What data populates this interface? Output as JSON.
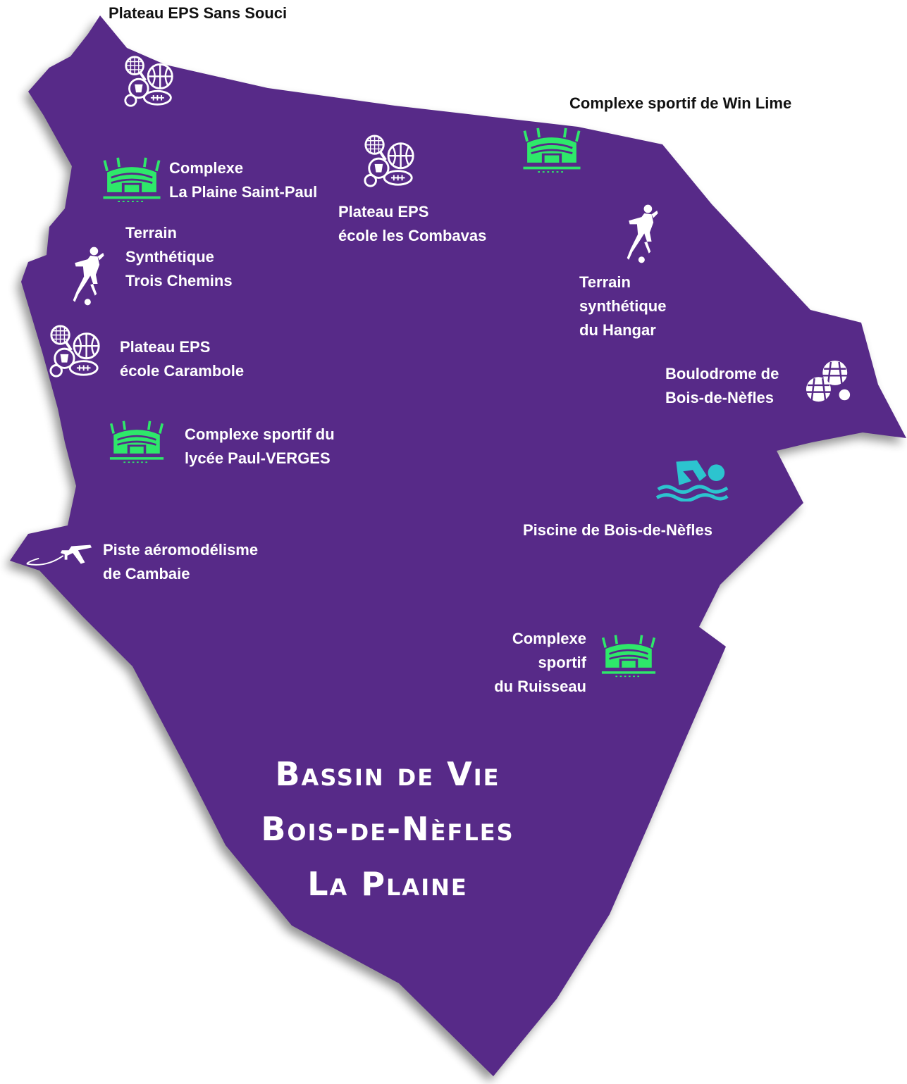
{
  "map_title": {
    "lines": [
      "Bassin de Vie",
      "Bois-de-Nèfles",
      "La Plaine"
    ]
  },
  "colors": {
    "territory": "#572a88",
    "stadium_icon": "#2ee86a",
    "swim_icon": "#2cc4cf",
    "label_on_map": "#ffffff",
    "label_off_map": "#111111"
  },
  "places": {
    "sans_souci": {
      "lines": [
        "Plateau EPS Sans Souci"
      ],
      "icon": "multi-sport-icon"
    },
    "win_lime": {
      "lines": [
        "Complexe sportif de Win Lime"
      ],
      "icon": "stadium-icon"
    },
    "la_plaine": {
      "lines": [
        "Complexe",
        "La Plaine Saint-Paul"
      ],
      "icon": "stadium-icon"
    },
    "combavas": {
      "lines": [
        "Plateau EPS",
        "école les Combavas"
      ],
      "icon": "multi-sport-icon"
    },
    "trois_chemins": {
      "lines": [
        "Terrain",
        "Synthétique",
        "Trois Chemins"
      ],
      "icon": "football-player-icon"
    },
    "hangar": {
      "lines": [
        "Terrain",
        "synthétique",
        "du Hangar"
      ],
      "icon": "football-player-icon"
    },
    "carambole": {
      "lines": [
        "Plateau EPS",
        "école Carambole"
      ],
      "icon": "multi-sport-icon"
    },
    "boulodrome": {
      "lines": [
        "Boulodrome de",
        "Bois-de-Nèfles"
      ],
      "icon": "petanque-icon"
    },
    "paul_verges": {
      "lines": [
        "Complexe sportif du",
        "lycée Paul-VERGES"
      ],
      "icon": "stadium-icon"
    },
    "piscine": {
      "lines": [
        "Piscine de Bois-de-Nèfles"
      ],
      "icon": "swimmer-icon"
    },
    "cambaie": {
      "lines": [
        "Piste aéromodélisme",
        "de Cambaie"
      ],
      "icon": "airplane-icon"
    },
    "ruisseau": {
      "lines": [
        "Complexe",
        "sportif",
        "du Ruisseau"
      ],
      "icon": "stadium-icon"
    }
  }
}
